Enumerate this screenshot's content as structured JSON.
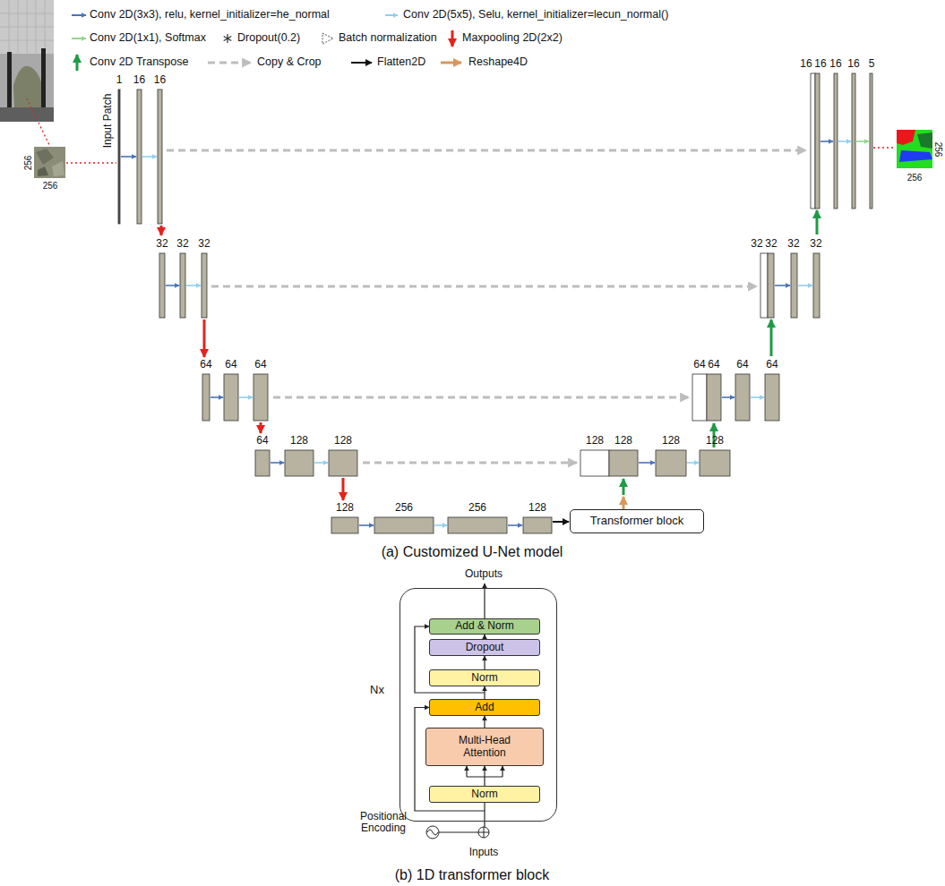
{
  "diagram": {
    "nodes": [
      {
        "text": [
          "Transformer block"
        ]
      },
      {
        "text": [
          "Nx"
        ]
      },
      {
        "text": [
          "Add & Norm"
        ],
        "in": 1
      },
      {
        "text": [
          "Dropout"
        ],
        "in": 1
      },
      {
        "text": [
          "Norm"
        ],
        "in": 1
      },
      {
        "text": [
          "Add"
        ],
        "in": 1
      },
      {
        "text": [
          "Multi-Head Attention"
        ],
        "in": 1
      },
      {
        "text": [
          "Norm"
        ],
        "in": 1
      }
    ],
    "edges": [
      {
        "from": 7,
        "to": 6,
        "arrow": "to"
      },
      {
        "from": 6,
        "to": 5,
        "arrow": "to"
      },
      {
        "from": 5,
        "to": 4,
        "arrow": "to"
      },
      {
        "from": 4,
        "to": 3,
        "arrow": "to"
      },
      {
        "from": 3,
        "to": 2,
        "arrow": "to"
      }
    ],
    "labels": [
      "1",
      "16",
      "16",
      "32",
      "32",
      "32",
      "64",
      "64",
      "64",
      "64",
      "128",
      "128",
      "128",
      "256",
      "256",
      "128",
      "128",
      "128",
      "128",
      "128",
      "64",
      "64",
      "64",
      "64",
      "32",
      "32",
      "32",
      "32",
      "16",
      "16",
      "16",
      "16",
      "5",
      "Input Patch",
      "256",
      "256",
      "256",
      "256",
      "(a) Customized U-Net model",
      "Outputs",
      "Positional Encoding",
      "Inputs",
      "(b) 1D transformer block"
    ],
    "legend": [
      {
        "text": "Conv 2D(3x3), relu, kernel_initializer=he_normal"
      },
      {
        "text": "Conv 2D(5x5), Selu, kernel_initializer=lecun_normal()"
      },
      {
        "text": "Conv 2D(1x1), Softmax"
      },
      {
        "text": "Dropout(0.2)"
      },
      {
        "text": "Batch normalization"
      },
      {
        "text": "Maxpooling 2D(2x2)"
      },
      {
        "text": "Conv 2D Transpose"
      },
      {
        "text": "Copy & Crop"
      },
      {
        "text": "Flatten2D"
      },
      {
        "text": "Reshape4D"
      }
    ]
  }
}
